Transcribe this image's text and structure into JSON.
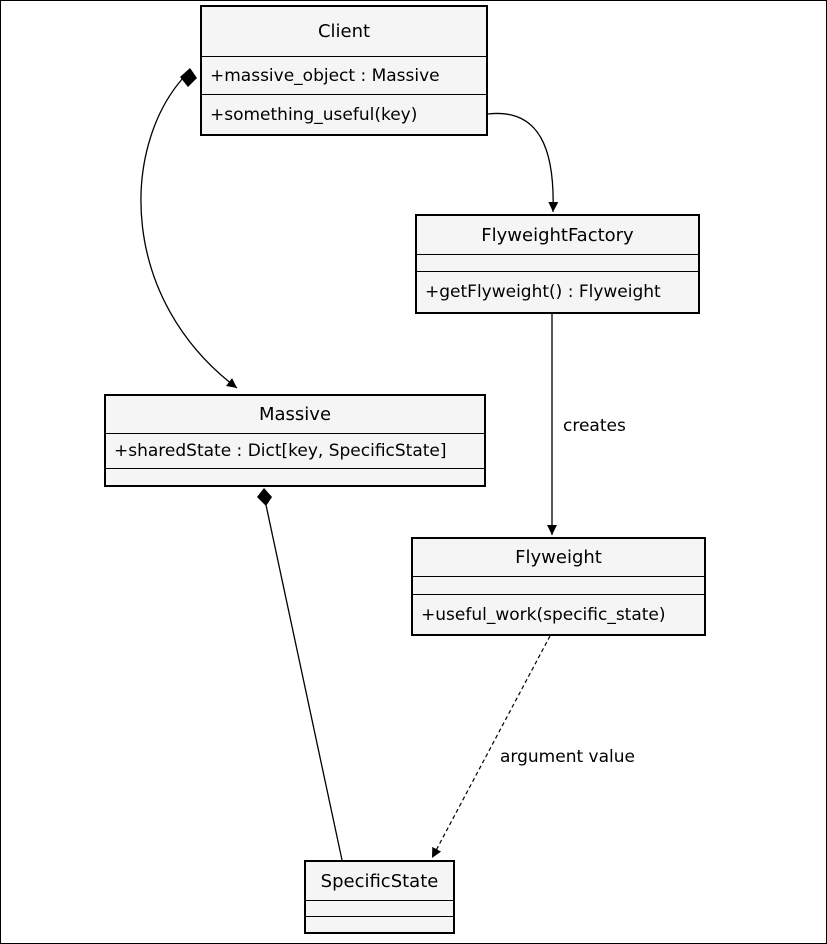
{
  "diagram": {
    "classes": {
      "client": {
        "name": "Client",
        "attributes": [
          "+massive_object : Massive"
        ],
        "methods": [
          "+something_useful(key)"
        ]
      },
      "flyweight_factory": {
        "name": "FlyweightFactory",
        "attributes": [],
        "methods": [
          "+getFlyweight() : Flyweight"
        ]
      },
      "massive": {
        "name": "Massive",
        "attributes": [
          "+sharedState : Dict[key, SpecificState]"
        ],
        "methods": []
      },
      "flyweight": {
        "name": "Flyweight",
        "attributes": [],
        "methods": [
          "+useful_work(specific_state)"
        ]
      },
      "specific_state": {
        "name": "SpecificState",
        "attributes": [],
        "methods": []
      }
    },
    "edge_labels": {
      "creates": "creates",
      "argument_value": "argument value"
    }
  }
}
